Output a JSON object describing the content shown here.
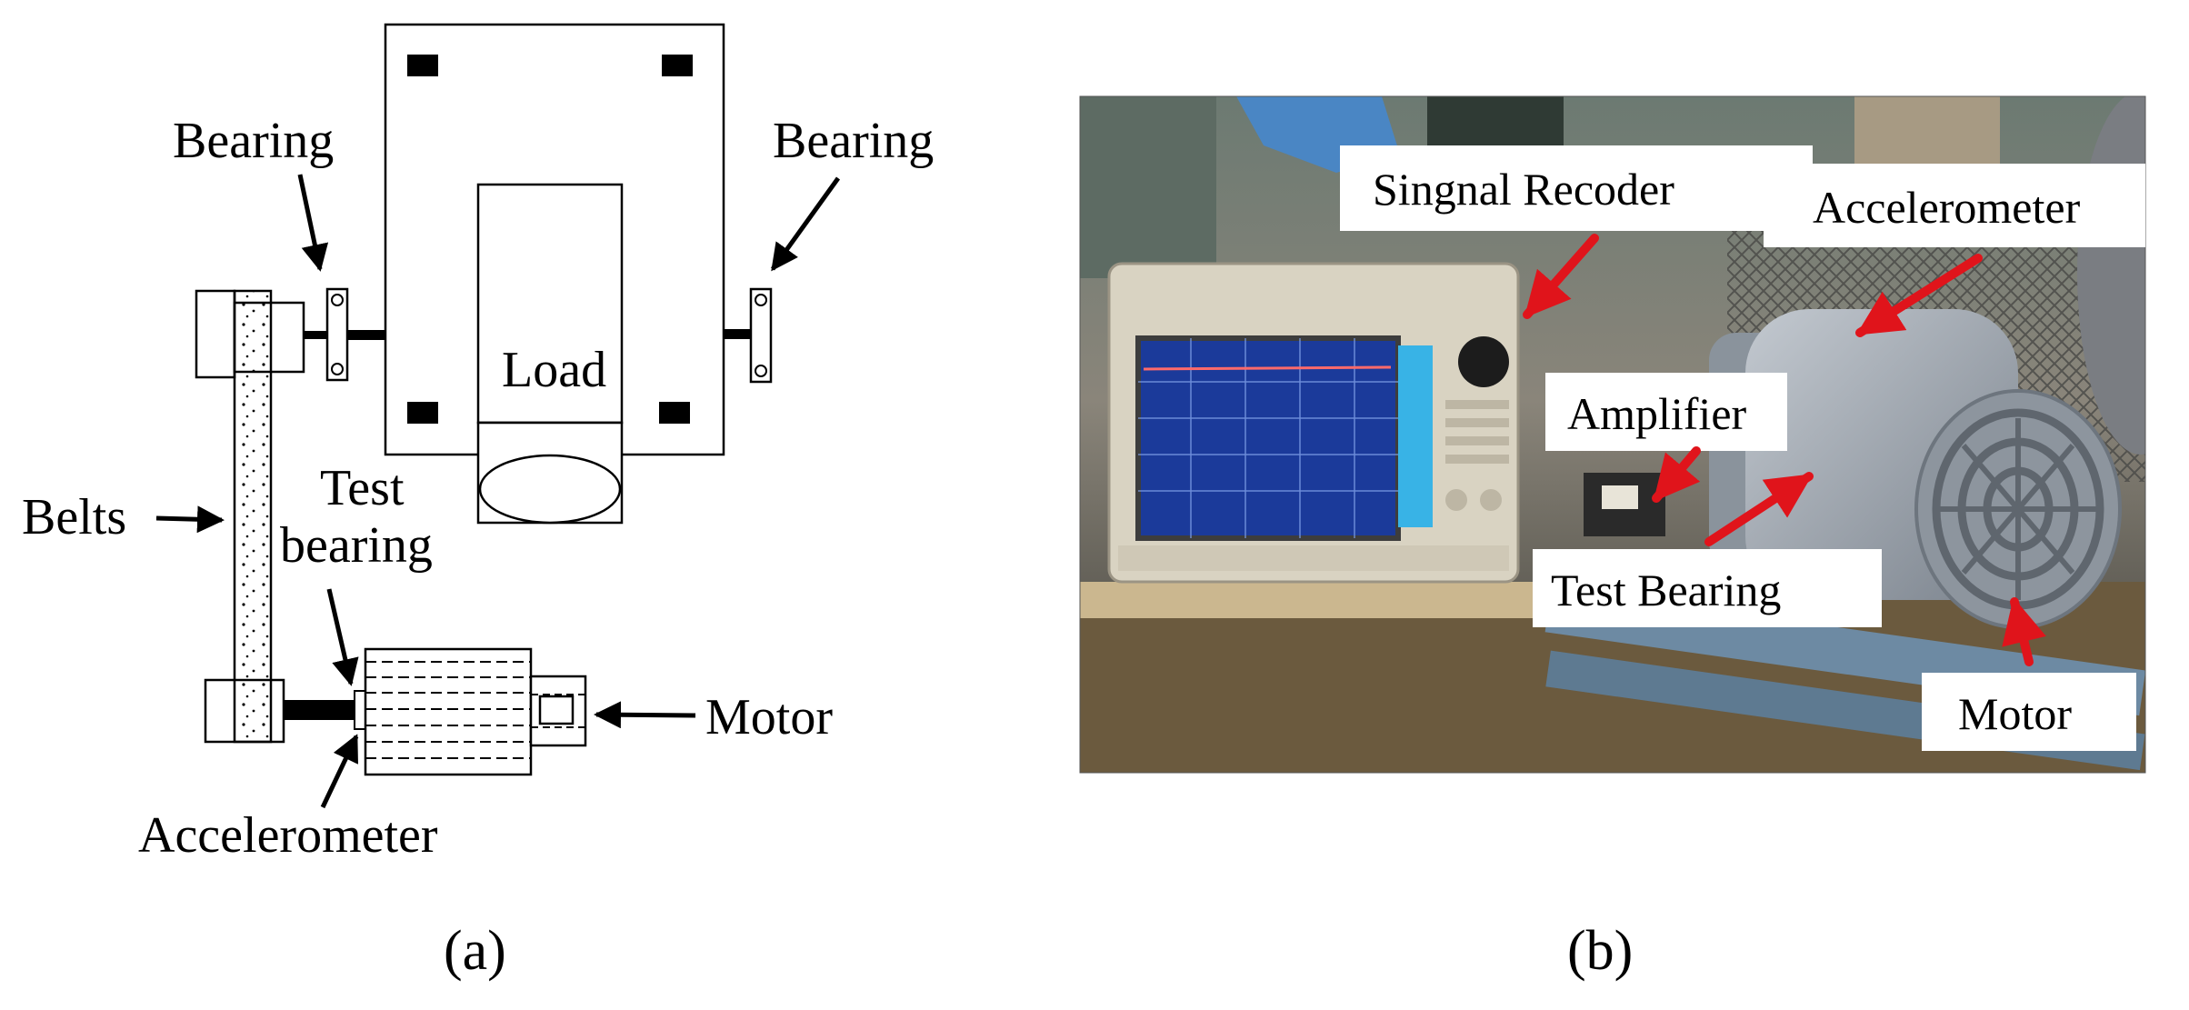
{
  "panel_a": {
    "labels": {
      "bearing_left": "Bearing",
      "bearing_right": "Bearing",
      "load": "Load",
      "test_bearing_line1": "Test",
      "test_bearing_line2": "bearing",
      "belts": "Belts",
      "motor": "Motor",
      "accelerometer": "Accelerometer"
    },
    "caption": "(a)"
  },
  "panel_b": {
    "labels": {
      "signal_recorder": "Singnal Recoder",
      "accelerometer": "Accelerometer",
      "amplifier": "Amplifier",
      "test_bearing": "Test Bearing",
      "motor": "Motor"
    },
    "caption": "(b)",
    "colors": {
      "arrow": "#e0141b",
      "screen": "#1b3a9a",
      "motor_body": "#9ba3ad"
    }
  }
}
